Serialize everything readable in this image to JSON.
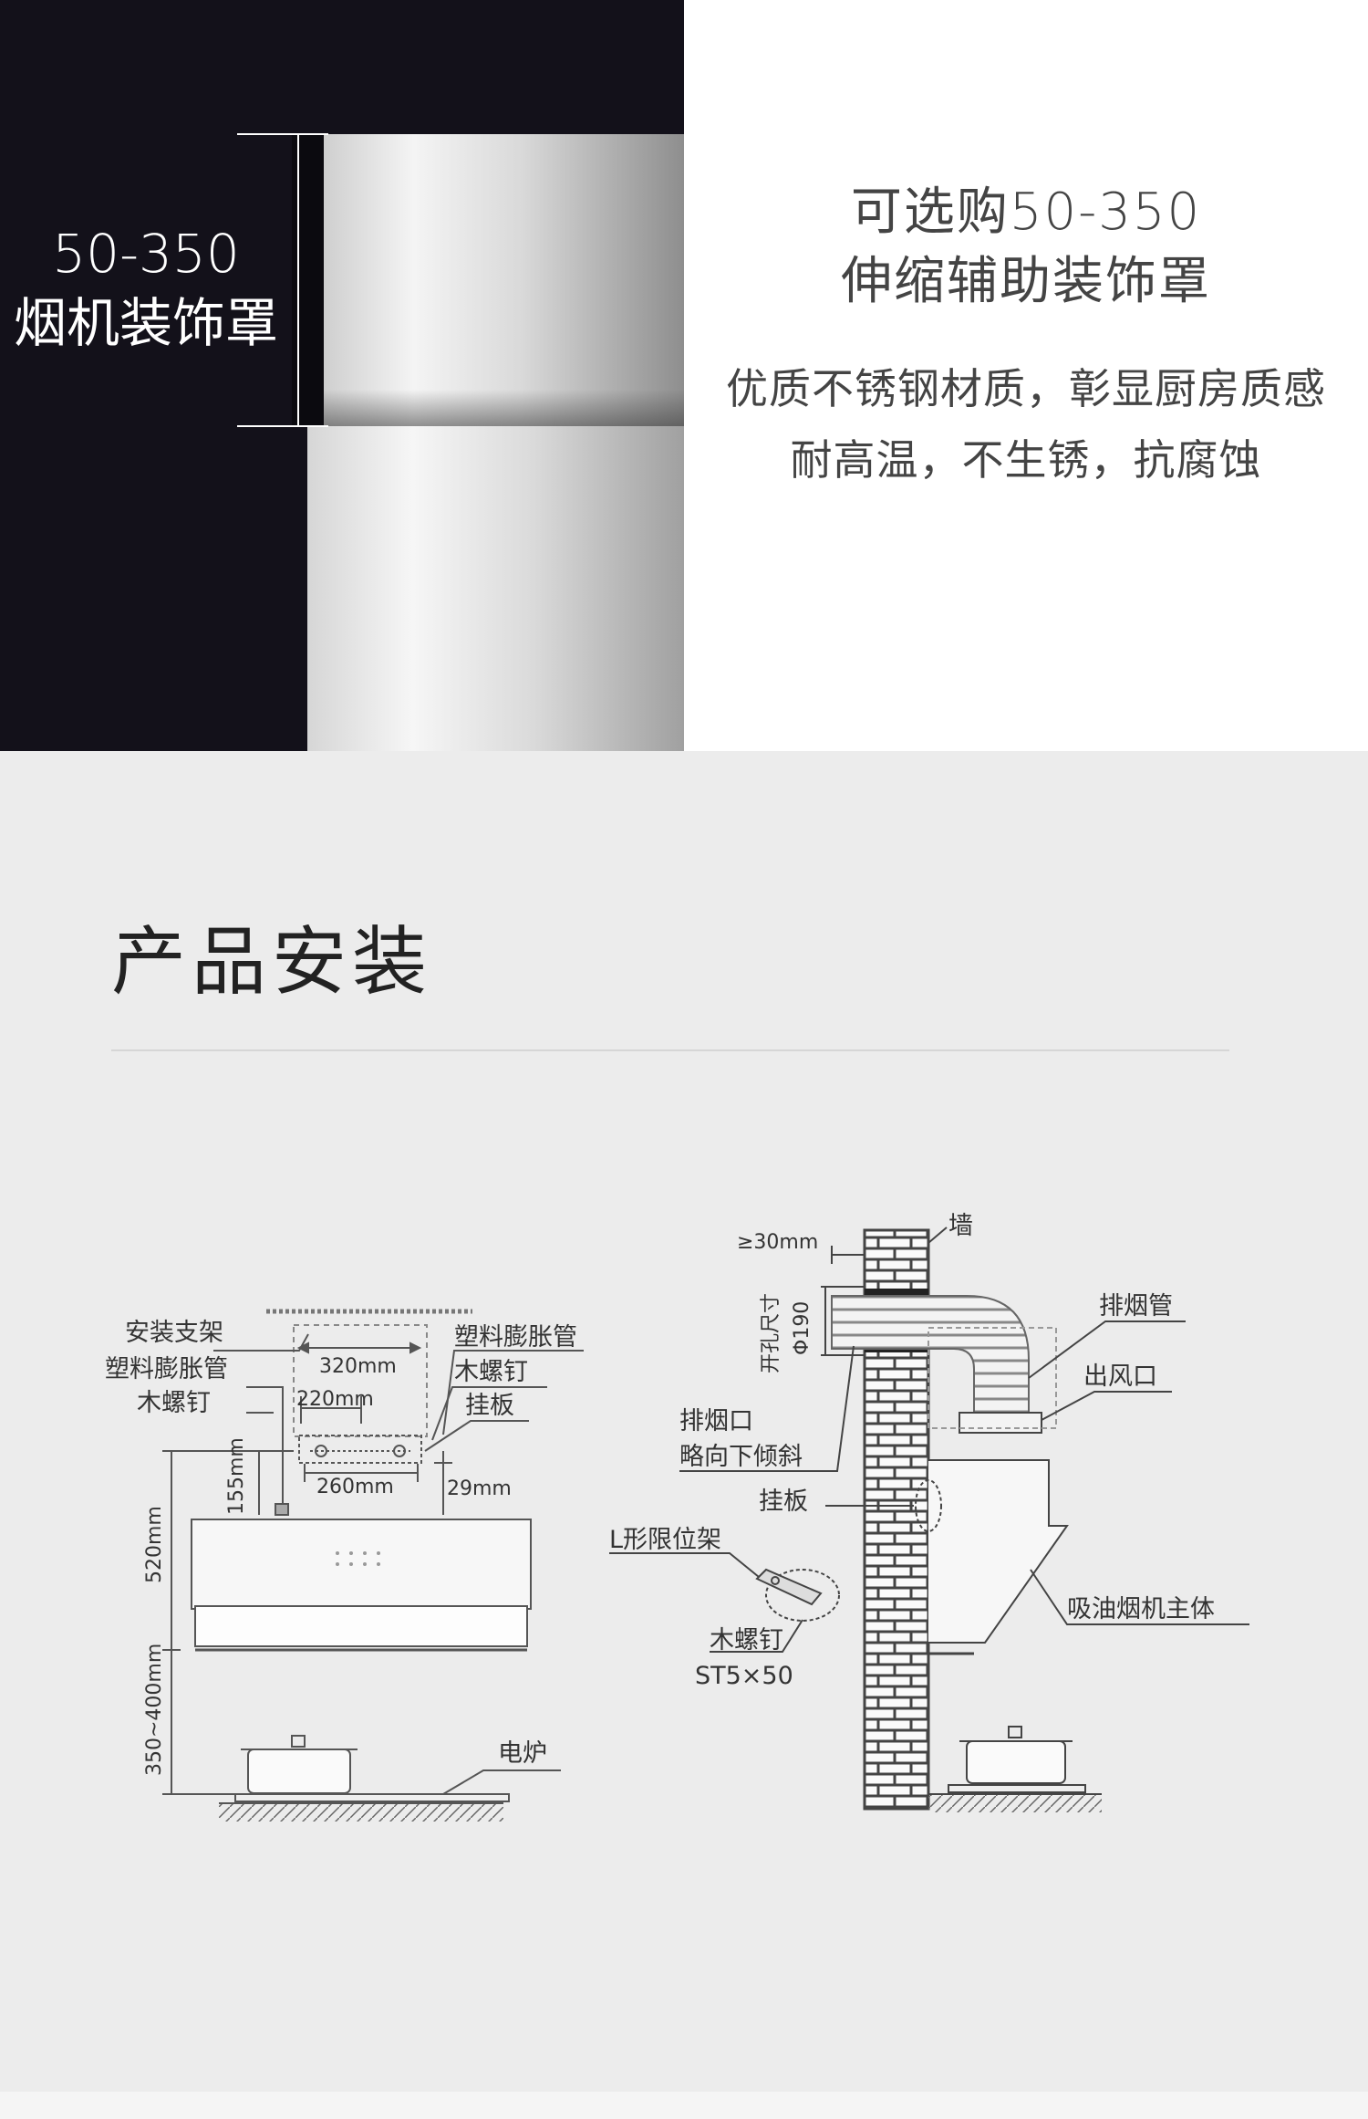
{
  "banner": {
    "left_title_line1": "50-350",
    "left_title_line2": "烟机装饰罩",
    "right_title_line1": "可选购50-350",
    "right_title_line2": "伸缩辅助装饰罩",
    "right_desc_line1": "优质不锈钢材质，彰显厨房质感",
    "right_desc_line2": "耐高温，不生锈，抗腐蚀"
  },
  "install": {
    "title": "产品安装"
  },
  "diagram_left": {
    "mount_bracket": "安装支架",
    "plastic_anchor_left": "塑料膨胀管",
    "wood_screw_left": "木螺钉",
    "plastic_anchor_right": "塑料膨胀管",
    "wood_screw_right": "木螺钉",
    "hanging_plate": "挂板",
    "dim_320": "320mm",
    "dim_220": "220mm",
    "dim_260": "260mm",
    "dim_155": "155mm",
    "dim_29": "29mm",
    "dim_520": "520mm",
    "dim_350_400": "350~400mm",
    "stove": "电炉"
  },
  "diagram_right": {
    "wall": "墙",
    "dim_30": "≥30mm",
    "hole_size": "开孔尺寸",
    "dim_190": "Φ190",
    "exhaust_pipe": "排烟管",
    "air_outlet": "出风口",
    "exhaust_port_line1": "排烟口",
    "exhaust_port_line2": "略向下倾斜",
    "hanging_plate": "挂板",
    "l_bracket": "L形限位架",
    "wood_screw": "木螺钉",
    "screw_spec": "ST5×50",
    "main_body": "吸油烟机主体"
  },
  "colors": {
    "dark_panel": "#13111a",
    "page_bg": "#ececec",
    "line": "#555555"
  }
}
